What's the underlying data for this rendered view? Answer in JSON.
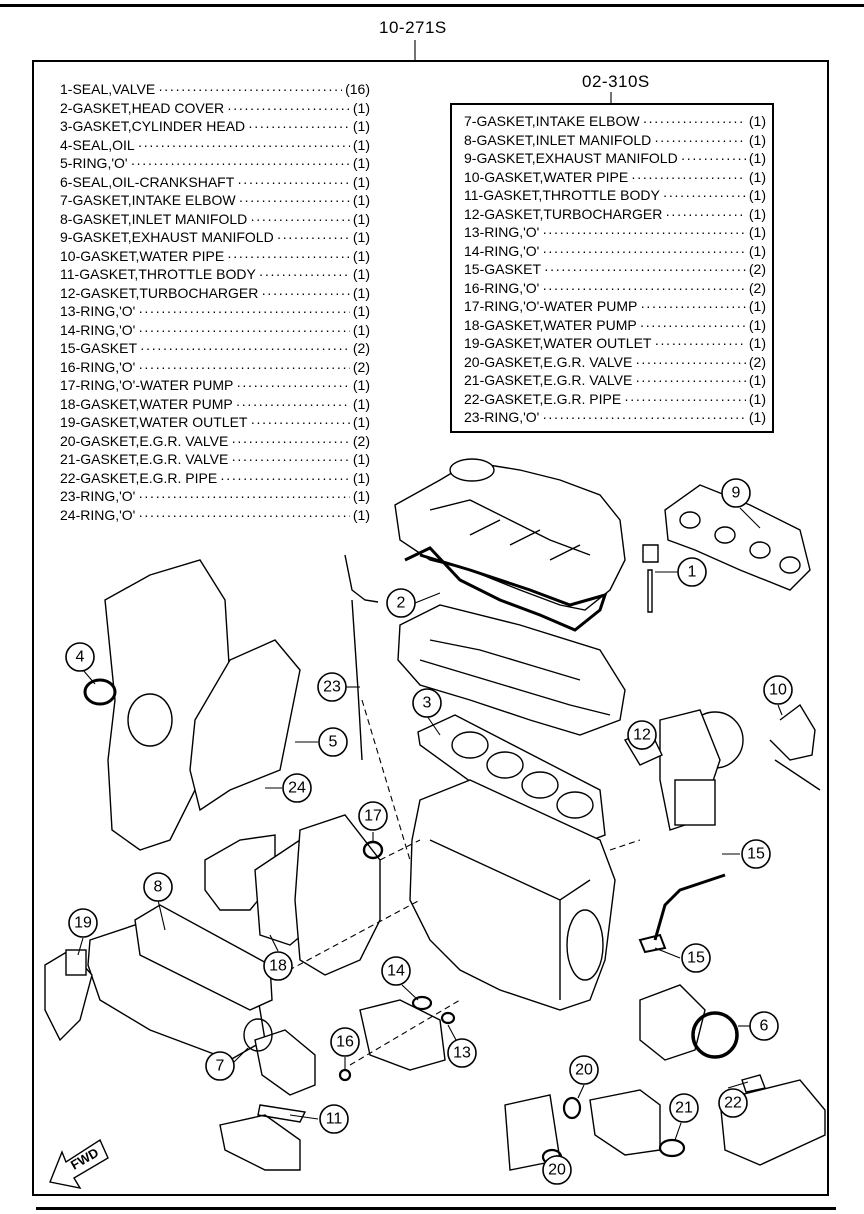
{
  "kit_part_number": "10-271S",
  "subkit_part_number": "02-310S",
  "kit_items": [
    {
      "name": "1-SEAL,VALVE",
      "qty": "(16)"
    },
    {
      "name": "2-GASKET,HEAD COVER",
      "qty": "(1)"
    },
    {
      "name": "3-GASKET,CYLINDER HEAD",
      "qty": "(1)"
    },
    {
      "name": "4-SEAL,OIL",
      "qty": "(1)"
    },
    {
      "name": "5-RING,'O'",
      "qty": "(1)"
    },
    {
      "name": "6-SEAL,OIL-CRANKSHAFT",
      "qty": "(1)"
    },
    {
      "name": "7-GASKET,INTAKE ELBOW",
      "qty": "(1)"
    },
    {
      "name": "8-GASKET,INLET MANIFOLD",
      "qty": "(1)"
    },
    {
      "name": "9-GASKET,EXHAUST MANIFOLD",
      "qty": "(1)"
    },
    {
      "name": "10-GASKET,WATER PIPE",
      "qty": "(1)"
    },
    {
      "name": "11-GASKET,THROTTLE BODY",
      "qty": "(1)"
    },
    {
      "name": "12-GASKET,TURBOCHARGER",
      "qty": "(1)"
    },
    {
      "name": "13-RING,'O'",
      "qty": "(1)"
    },
    {
      "name": "14-RING,'O'",
      "qty": "(1)"
    },
    {
      "name": "15-GASKET",
      "qty": "(2)"
    },
    {
      "name": "16-RING,'O'",
      "qty": "(2)"
    },
    {
      "name": "17-RING,'O'-WATER PUMP",
      "qty": "(1)"
    },
    {
      "name": "18-GASKET,WATER PUMP",
      "qty": "(1)"
    },
    {
      "name": "19-GASKET,WATER OUTLET",
      "qty": "(1)"
    },
    {
      "name": "20-GASKET,E.G.R. VALVE",
      "qty": "(2)"
    },
    {
      "name": "21-GASKET,E.G.R. VALVE",
      "qty": "(1)"
    },
    {
      "name": "22-GASKET,E.G.R. PIPE",
      "qty": "(1)"
    },
    {
      "name": "23-RING,'O'",
      "qty": "(1)"
    },
    {
      "name": "24-RING,'O'",
      "qty": "(1)"
    }
  ],
  "subkit_items": [
    {
      "name": "7-GASKET,INTAKE ELBOW",
      "qty": "(1)"
    },
    {
      "name": "8-GASKET,INLET MANIFOLD",
      "qty": "(1)"
    },
    {
      "name": "9-GASKET,EXHAUST MANIFOLD",
      "qty": "(1)"
    },
    {
      "name": "10-GASKET,WATER PIPE",
      "qty": "(1)"
    },
    {
      "name": "11-GASKET,THROTTLE BODY",
      "qty": "(1)"
    },
    {
      "name": "12-GASKET,TURBOCHARGER",
      "qty": "(1)"
    },
    {
      "name": "13-RING,'O'",
      "qty": "(1)"
    },
    {
      "name": "14-RING,'O'",
      "qty": "(1)"
    },
    {
      "name": "15-GASKET",
      "qty": "(2)"
    },
    {
      "name": "16-RING,'O'",
      "qty": "(2)"
    },
    {
      "name": "17-RING,'O'-WATER PUMP",
      "qty": "(1)"
    },
    {
      "name": "18-GASKET,WATER PUMP",
      "qty": "(1)"
    },
    {
      "name": "19-GASKET,WATER OUTLET",
      "qty": "(1)"
    },
    {
      "name": "20-GASKET,E.G.R. VALVE",
      "qty": "(2)"
    },
    {
      "name": "21-GASKET,E.G.R. VALVE",
      "qty": "(1)"
    },
    {
      "name": "22-GASKET,E.G.R. PIPE",
      "qty": "(1)"
    },
    {
      "name": "23-RING,'O'",
      "qty": "(1)"
    }
  ],
  "callouts": [
    "1",
    "2",
    "3",
    "4",
    "5",
    "6",
    "7",
    "8",
    "9",
    "10",
    "11",
    "12",
    "13",
    "14",
    "15",
    "15",
    "16",
    "17",
    "18",
    "19",
    "20",
    "20",
    "21",
    "22",
    "23",
    "24"
  ],
  "fwd_label": "FWD"
}
